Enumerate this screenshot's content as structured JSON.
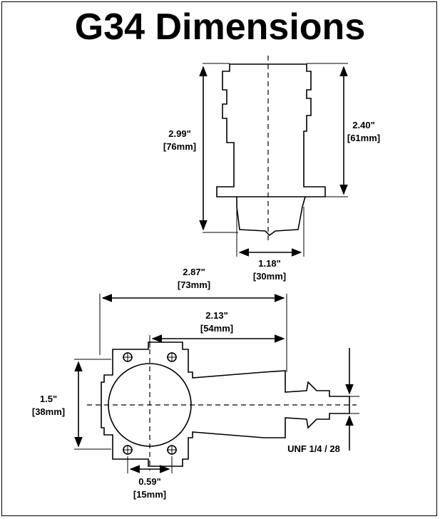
{
  "title": "G34 Dimensions",
  "colors": {
    "ink": "#000000",
    "background": "#ffffff"
  },
  "dimensions": {
    "height_total": {
      "imperial": "2.99\"",
      "metric": "[76mm]"
    },
    "height_body": {
      "imperial": "2.40\"",
      "metric": "[61mm]"
    },
    "base_width": {
      "imperial": "1.18\"",
      "metric": "[30mm]"
    },
    "length_total": {
      "imperial": "2.87\"",
      "metric": "[73mm]"
    },
    "length_shaft": {
      "imperial": "2.13\"",
      "metric": "[54mm]"
    },
    "mount_height": {
      "imperial": "1.5\"",
      "metric": "[38mm]"
    },
    "bolt_spacing": {
      "imperial": "0.59\"",
      "metric": "[15mm]"
    },
    "thread": "UNF 1/4 / 28"
  }
}
